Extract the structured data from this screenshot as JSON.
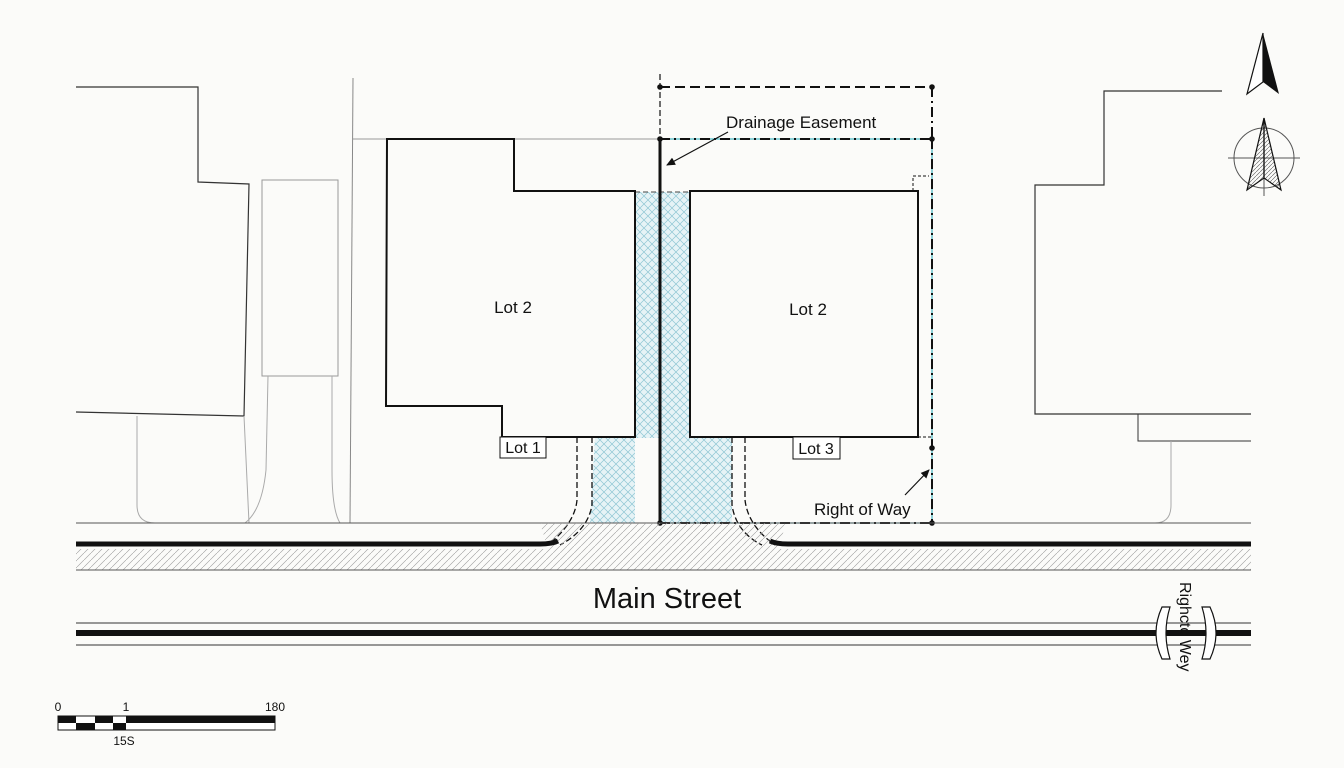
{
  "lots": {
    "left_lot_label": "Lot 2",
    "right_lot_label": "Lot 2",
    "lot1_label": "Lot 1",
    "lot3_label": "Lot 3"
  },
  "annotations": {
    "drainage_easement": "Drainage Easement",
    "right_of_way": "Right of Way",
    "right_of_way_vertical": "Righctc Wey"
  },
  "street": {
    "name": "Main Street"
  },
  "scale_bar": {
    "tick_0": "0",
    "tick_1": "1",
    "tick_end": "180",
    "unit_label": "15S"
  },
  "colors": {
    "easement_hatch": "#8fc6d4",
    "lines": "#111111",
    "road_hatch": "#9a9a9a"
  },
  "icons": [
    "north-arrow-icon",
    "compass-rose-icon"
  ]
}
